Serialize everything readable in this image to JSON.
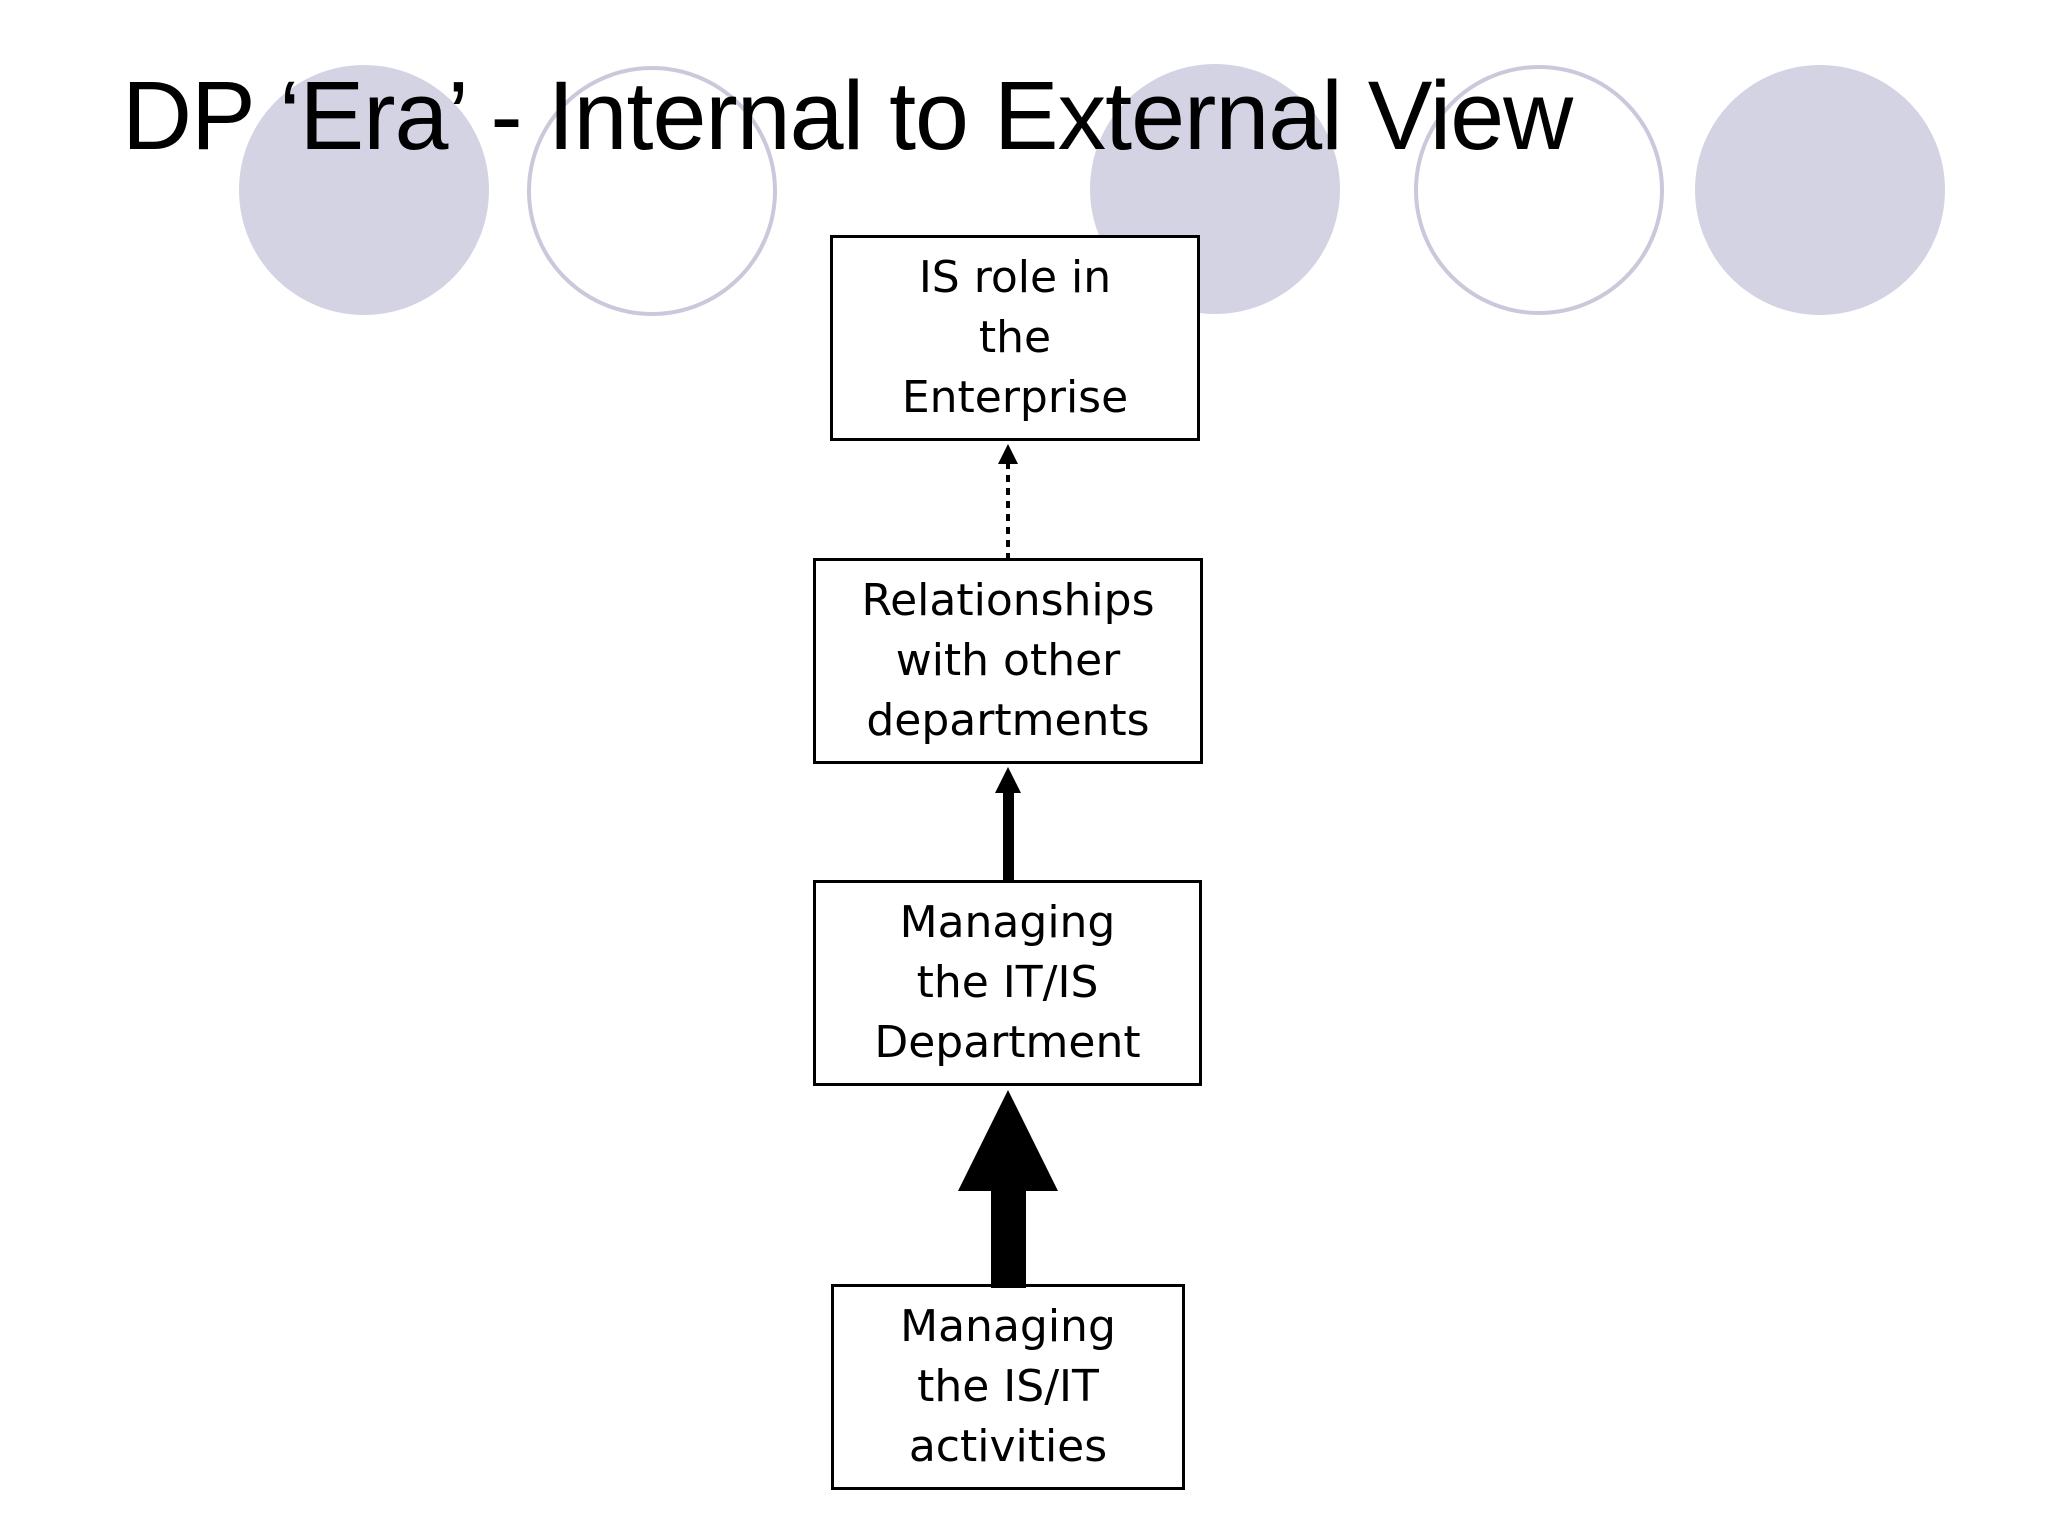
{
  "slide": {
    "title": "DP ‘Era’ - Internal to External View"
  },
  "diagram": {
    "boxes": [
      {
        "id": "is-role-in-the-enterprise",
        "label": "IS role in\nthe\nEnterprise"
      },
      {
        "id": "relationships-with-other-departments",
        "label": "Relationships\nwith other\ndepartments"
      },
      {
        "id": "managing-the-it-is-department",
        "label": "Managing\nthe IT/IS\nDepartment"
      },
      {
        "id": "managing-the-is-it-activities",
        "label": "Managing\nthe IS/IT\nactivities"
      }
    ],
    "arrows": [
      {
        "from": "managing-the-is-it-activities",
        "to": "managing-the-it-is-department",
        "style": "solid-thick",
        "direction": "up"
      },
      {
        "from": "managing-the-it-is-department",
        "to": "relationships-with-other-departments",
        "style": "solid-medium",
        "direction": "up"
      },
      {
        "from": "relationships-with-other-departments",
        "to": "is-role-in-the-enterprise",
        "style": "dashed-thin",
        "direction": "up"
      }
    ]
  },
  "colors": {
    "background": "#ffffff",
    "circle_fill": "#d3d3e4",
    "circle_outline": "#c9c9db",
    "box_border": "#000000",
    "box_fill": "#ffffff",
    "text": "#000000",
    "arrow": "#000000"
  }
}
